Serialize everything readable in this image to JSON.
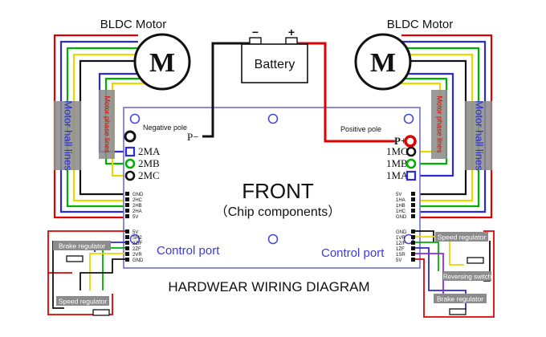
{
  "title": "HARDWEAR WIRING DIAGRAM",
  "board": {
    "heading": "FRONT",
    "subheading": "（Chip components）",
    "control_port_left": "Control port",
    "control_port_right": "Control port"
  },
  "battery": {
    "label": "Battery",
    "neg_sign": "−",
    "pos_sign": "+"
  },
  "motors": {
    "left": {
      "title": "BLDC Motor",
      "symbol": "M",
      "hall_label": "Motor hall lines",
      "phase_label": "Motor phase lines"
    },
    "right": {
      "title": "BLDC Motor",
      "symbol": "M",
      "hall_label": "Motor hall lines",
      "phase_label": "Motor phase lines"
    }
  },
  "power": {
    "neg_label": "Negative pole",
    "neg_terminal": "P−",
    "pos_label": "Positive pole",
    "pos_terminal": "P+"
  },
  "phase_terminals": {
    "left": [
      "2MA",
      "2MB",
      "2MC"
    ],
    "right": [
      "1MC",
      "1MB",
      "1MA"
    ]
  },
  "hall_pins": {
    "left": [
      "GND",
      "2HC",
      "2HB",
      "2HA",
      "5V"
    ],
    "right": [
      "5V",
      "1HA",
      "1HB",
      "1HC",
      "GND"
    ]
  },
  "control_pins": {
    "left": [
      "5V",
      "SR2",
      "2Z/F",
      "2ZF",
      "2VR",
      "GND"
    ],
    "right": [
      "GND",
      "1VR",
      "1Z/F",
      "1ZF",
      "1SR",
      "5V"
    ]
  },
  "modules": {
    "brake_left": "Brake regulator",
    "speed_left": "Speed regulator",
    "speed_right": "Speed regulator",
    "reversing": "Reversing switch",
    "brake_right": "Brake regulator"
  },
  "colors": {
    "wire_red": "#e00000",
    "wire_black": "#111111",
    "wire_blue": "#2a2ad8",
    "wire_green": "#00b000",
    "wire_yellow": "#e8d800",
    "board_outline": "#6e6ed8",
    "label_bg": "#8c8c8c",
    "phase_text": "#e00000",
    "hall_text": "#2a2ad8"
  }
}
